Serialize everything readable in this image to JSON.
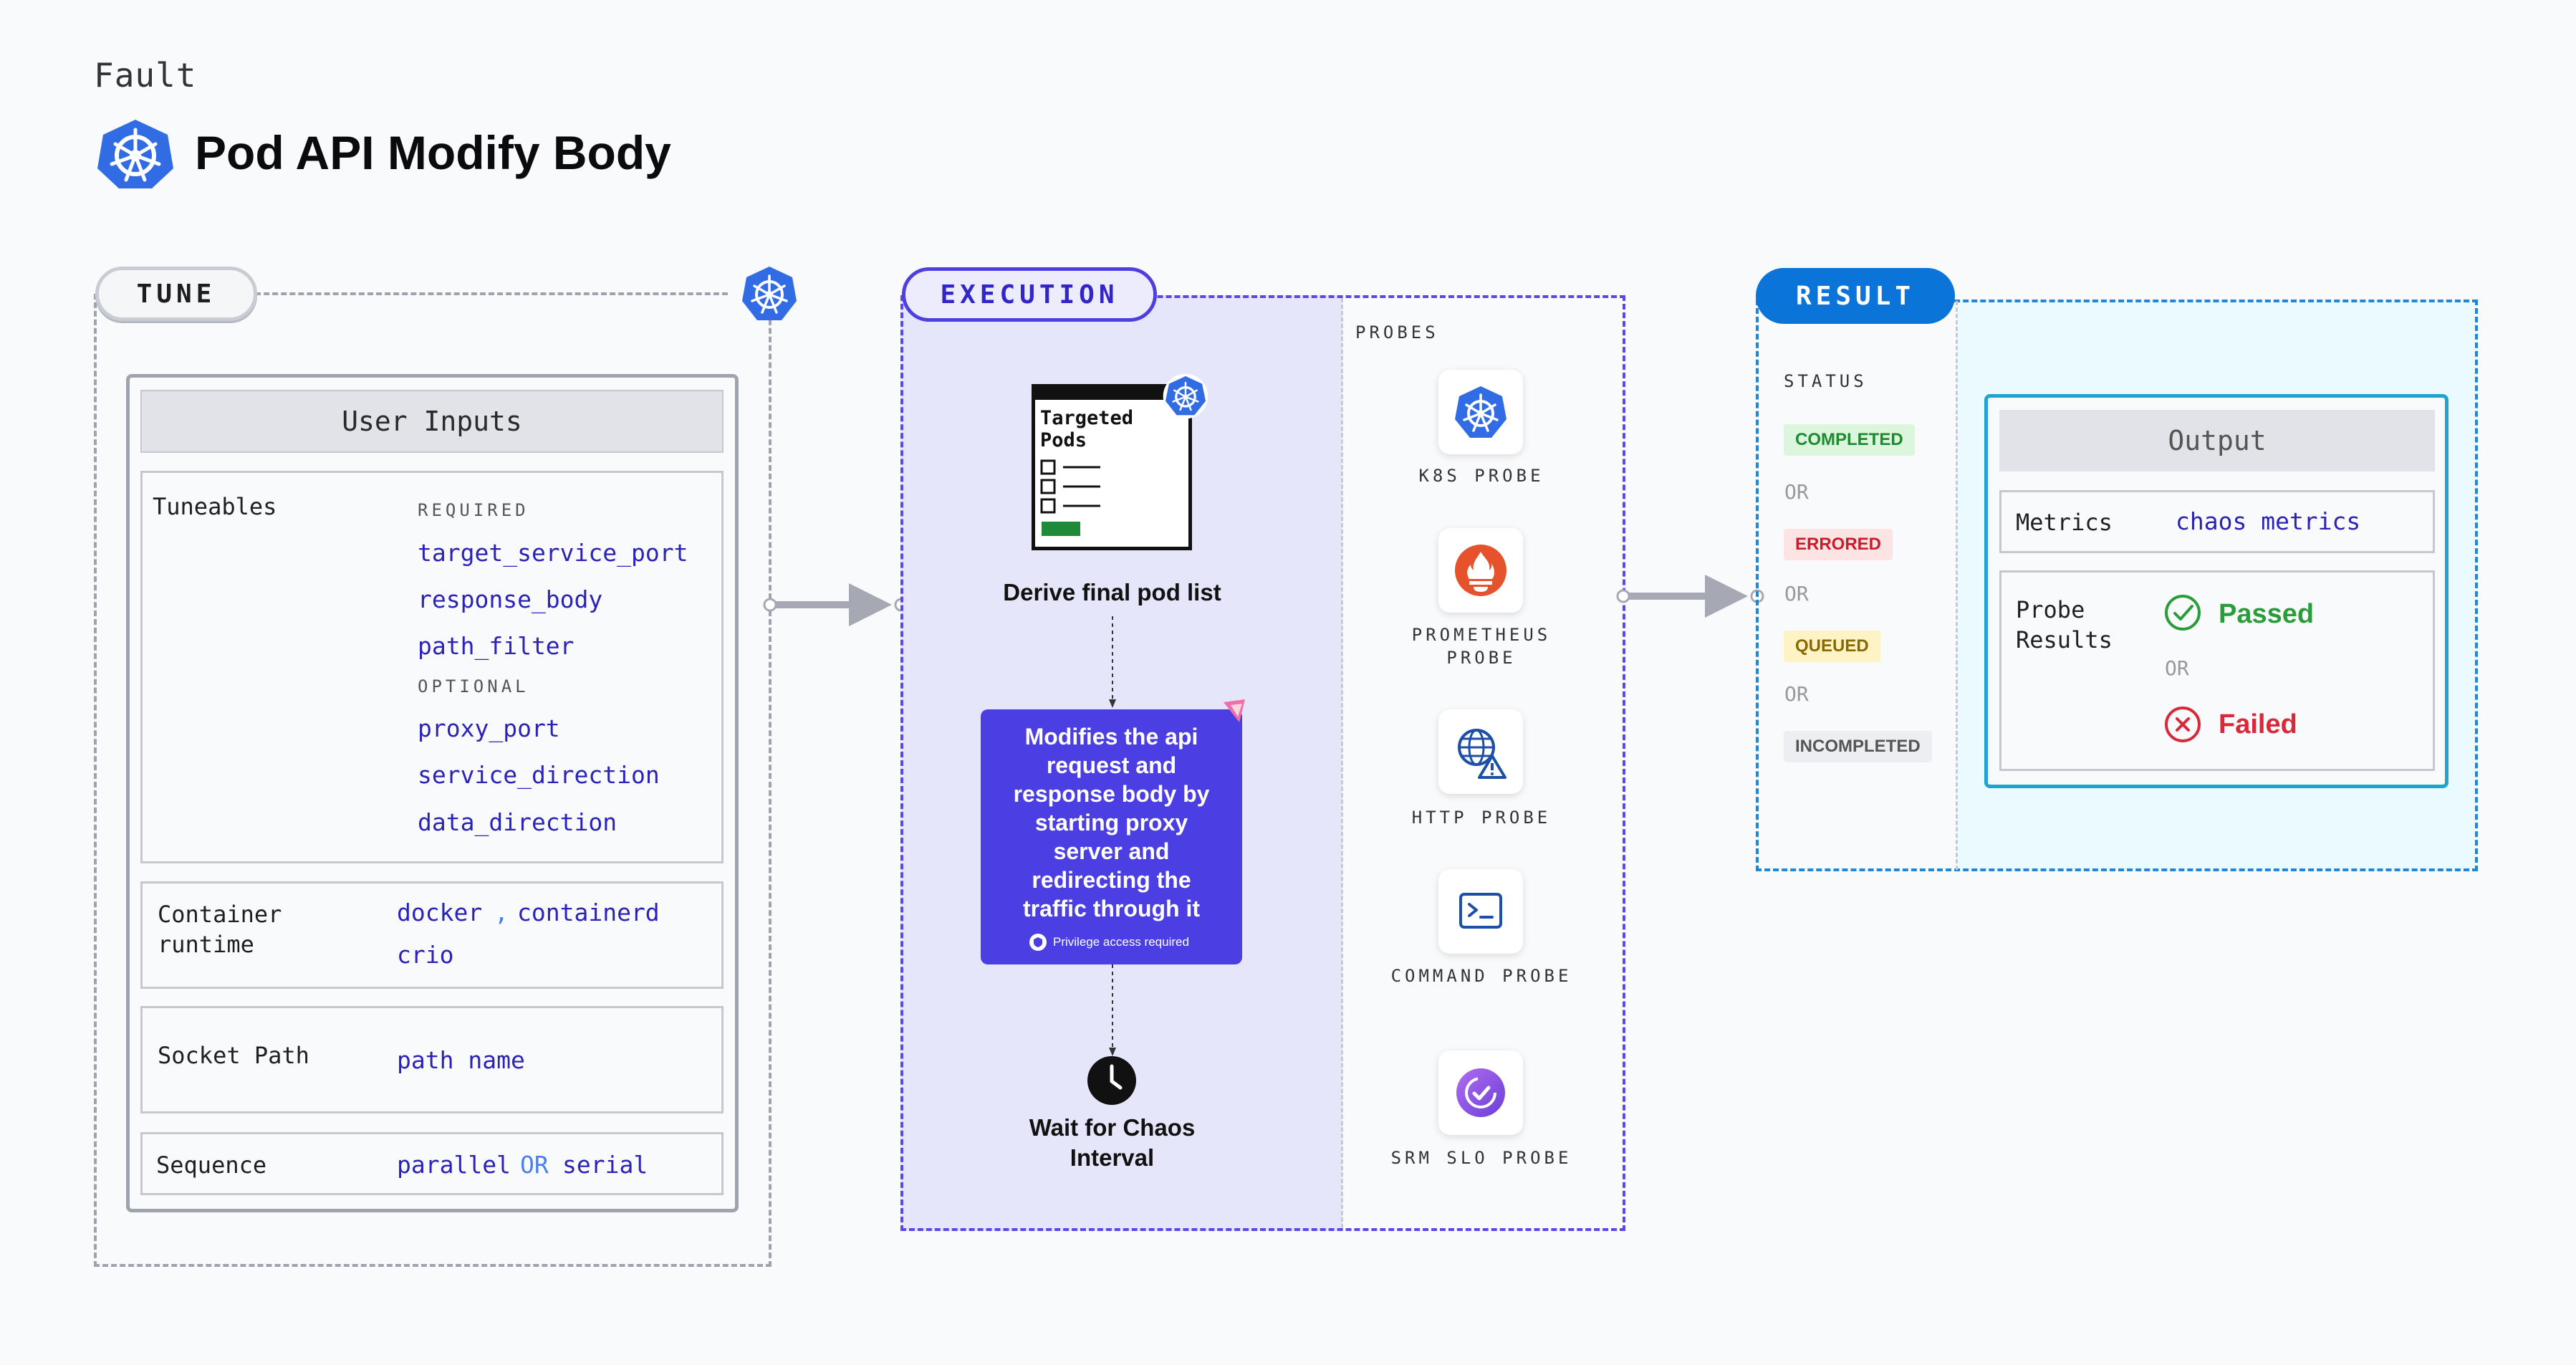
{
  "header": {
    "fault_label": "Fault",
    "title": "Pod API Modify Body"
  },
  "tune": {
    "pill": "TUNE",
    "panel_title": "User Inputs",
    "tuneables_label": "Tuneables",
    "required_label": "REQUIRED",
    "required": [
      "target_service_port",
      "response_body",
      "path_filter"
    ],
    "optional_label": "OPTIONAL",
    "optional": [
      "proxy_port",
      "service_direction",
      "data_direction"
    ],
    "container_runtime_label": "Container runtime",
    "container_runtime_values": [
      "docker",
      ",",
      "containerd",
      "crio"
    ],
    "socket_path_label": "Socket Path",
    "socket_path_value": "path name",
    "sequence_label": "Sequence",
    "sequence_values": [
      "parallel",
      "OR",
      "serial"
    ]
  },
  "execution": {
    "pill": "EXECUTION",
    "targeted_card_title": "Targeted Pods",
    "step1": "Derive final pod list",
    "step2": "Modifies the api request and response body by starting proxy server and redirecting the traffic through it",
    "privilege_note": "Privilege access required",
    "step3": "Wait for Chaos Interval",
    "probes_label": "PROBES",
    "probes": [
      {
        "name": "K8S PROBE",
        "icon": "k8s-icon"
      },
      {
        "name": "PROMETHEUS PROBE",
        "icon": "prometheus-icon"
      },
      {
        "name": "HTTP PROBE",
        "icon": "http-globe-icon"
      },
      {
        "name": "COMMAND PROBE",
        "icon": "terminal-icon"
      },
      {
        "name": "SRM SLO PROBE",
        "icon": "srm-slo-icon"
      }
    ]
  },
  "result": {
    "pill": "RESULT",
    "status_label": "STATUS",
    "statuses": [
      "COMPLETED",
      "ERRORED",
      "QUEUED",
      "INCOMPLETED"
    ],
    "or_text": "OR",
    "output_title": "Output",
    "metrics_label": "Metrics",
    "metrics_value": "chaos metrics",
    "probe_results_label": "Probe Results",
    "passed": "Passed",
    "failed": "Failed"
  },
  "colors": {
    "accent_purple": "#4b3fe3",
    "accent_blue": "#0a74d8",
    "value_text": "#2b23b8",
    "passed_green": "#2a9d3a",
    "failed_red": "#d9283a"
  }
}
